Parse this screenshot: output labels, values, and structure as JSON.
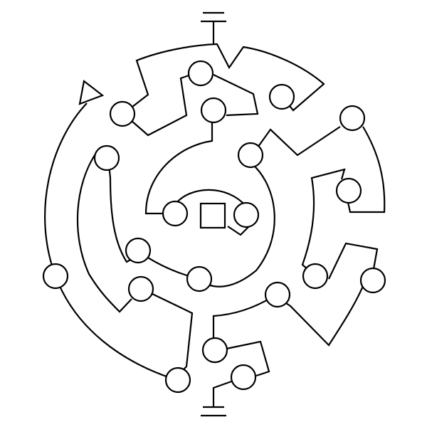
{
  "diagram": {
    "kind": "circuit-maze",
    "stroke_color": "#000000",
    "fill_color": "#ffffff",
    "node_count": 23,
    "symbols": [
      "ground-symbol-top",
      "ground-symbol-bottom",
      "arrow-marker",
      "center-square"
    ]
  }
}
